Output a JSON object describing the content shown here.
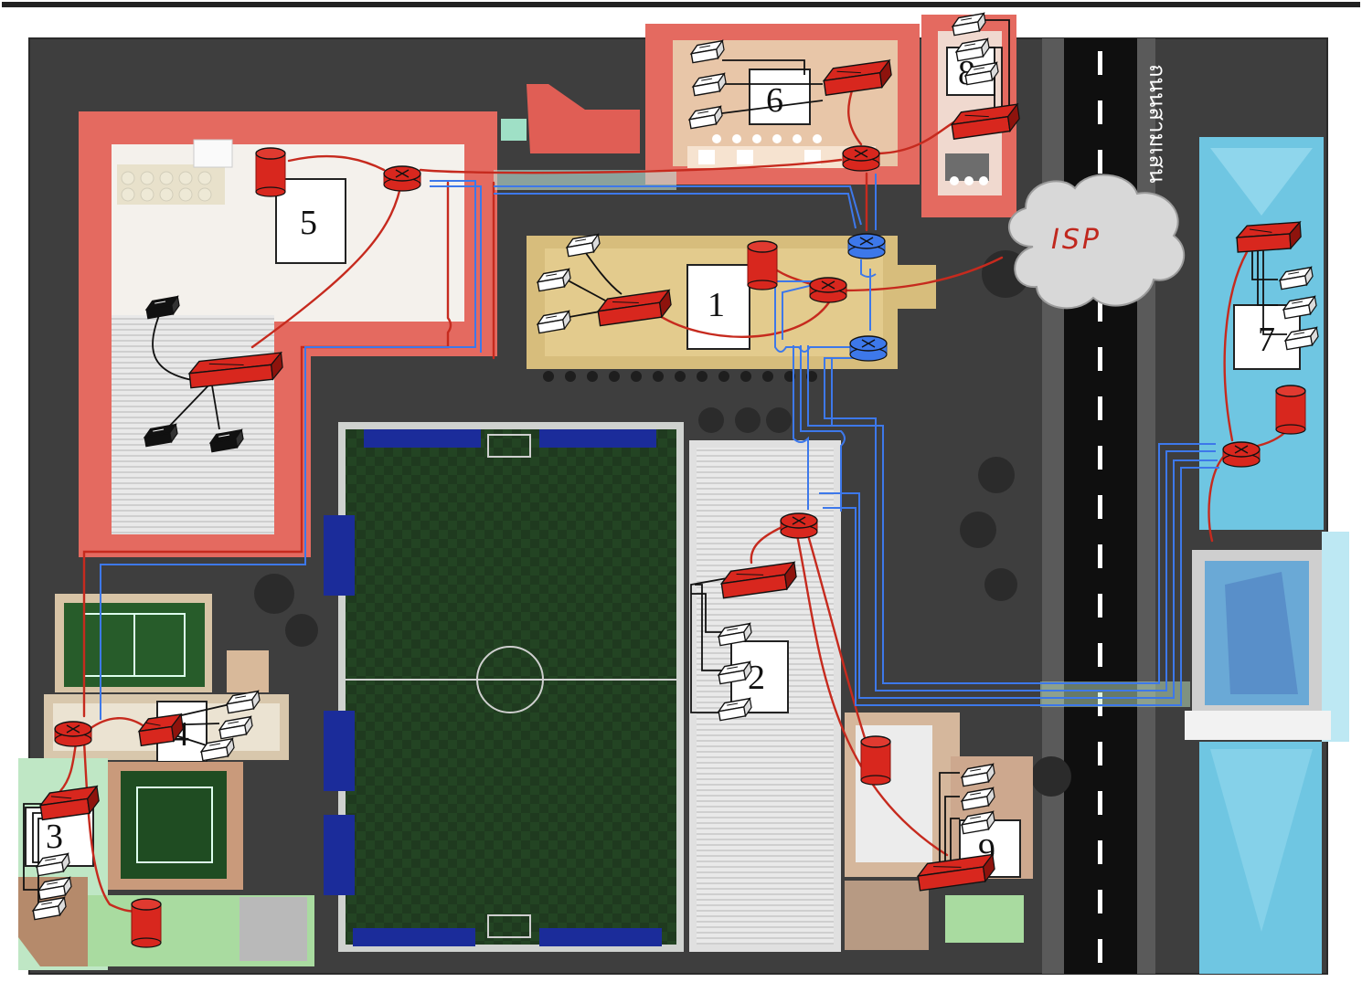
{
  "diagram": {
    "building_labels": [
      "1",
      "2",
      "3",
      "4",
      "5",
      "6",
      "7",
      "8",
      "9"
    ],
    "cloud_label": "ISP",
    "road_label": "ถนนสามเสน",
    "colors": {
      "ground": "#3d3d3d",
      "building_red": "#e56e63",
      "building_tan": "#d8bd7c",
      "building_cyan": "#73c9e4",
      "field": "#1f3d1f",
      "road": "#111111",
      "network_red": "#c62a1e",
      "network_blue": "#3d78ea",
      "device_red": "#d8271e"
    }
  }
}
